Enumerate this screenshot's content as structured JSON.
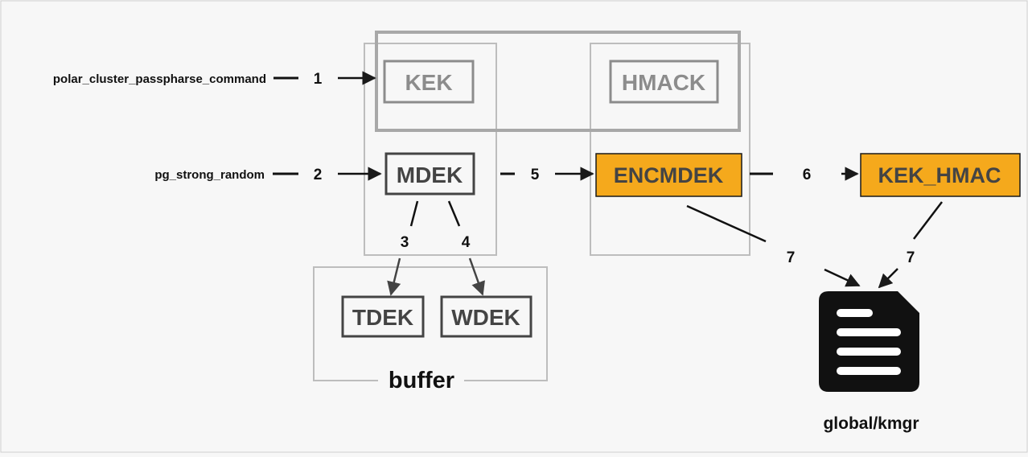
{
  "inputs": {
    "passphrase_command": "polar_cluster_passpharse_command",
    "random_source": "pg_strong_random"
  },
  "keys": {
    "kek": "KEK",
    "hmack": "HMACK",
    "mdek": "MDEK",
    "encmdek": "ENCMDEK",
    "kek_hmac": "KEK_HMAC",
    "tdek": "TDEK",
    "wdek": "WDEK"
  },
  "steps": {
    "s1": "1",
    "s2": "2",
    "s3": "3",
    "s4": "4",
    "s5": "5",
    "s6": "6",
    "s7a": "7",
    "s7b": "7"
  },
  "groups": {
    "buffer": "buffer"
  },
  "file": {
    "label": "global/kmgr",
    "icon": "document-icon"
  },
  "colors": {
    "highlight_fill": "#f5a91c",
    "box_stroke": "#444444",
    "faded_stroke": "#888888",
    "background": "#f7f7f7"
  }
}
